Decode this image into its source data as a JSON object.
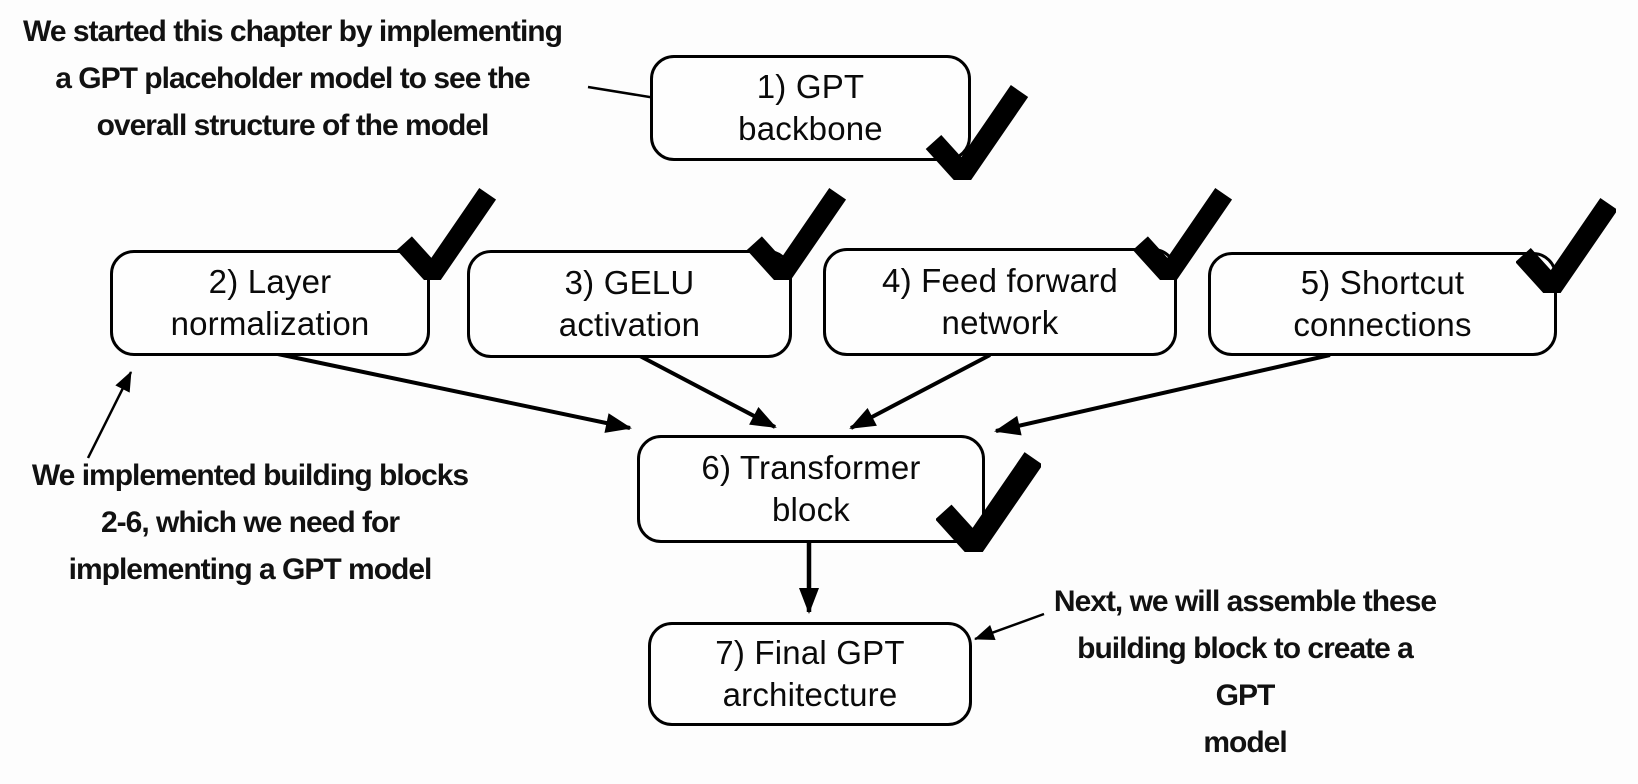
{
  "palette": {
    "ink": "#000000",
    "background": "#fdfdfd"
  },
  "annotations": {
    "top_left": {
      "line1": "We started this chapter by implementing",
      "line2": "a GPT placeholder model to see the",
      "line3": "overall structure of the model"
    },
    "mid_left": {
      "line1": "We implemented building blocks",
      "line2": "2-6, which we need for",
      "line3": "implementing a GPT model"
    },
    "bottom_right": {
      "line1": "Next, we will assemble these",
      "line2": "building block to create a GPT",
      "line3": "model"
    }
  },
  "boxes": [
    {
      "id": "gpt-backbone",
      "lines": [
        "1) GPT",
        "backbone"
      ],
      "checked": true,
      "check_position": "bottom-right"
    },
    {
      "id": "layer-normalization",
      "lines": [
        "2) Layer",
        "normalization"
      ],
      "checked": true,
      "check_position": "top-right"
    },
    {
      "id": "gelu-activation",
      "lines": [
        "3) GELU",
        "activation"
      ],
      "checked": true,
      "check_position": "top-right"
    },
    {
      "id": "feed-forward-network",
      "lines": [
        "4) Feed forward",
        "network"
      ],
      "checked": true,
      "check_position": "top-right"
    },
    {
      "id": "shortcut-connections",
      "lines": [
        "5) Shortcut",
        "connections"
      ],
      "checked": true,
      "check_position": "top-right"
    },
    {
      "id": "transformer-block",
      "lines": [
        "6) Transformer",
        "block"
      ],
      "checked": true,
      "check_position": "bottom-right"
    },
    {
      "id": "final-gpt-architecture",
      "lines": [
        "7) Final GPT",
        "architecture"
      ],
      "checked": false,
      "check_position": "none"
    }
  ],
  "edges": [
    {
      "from": "top-left-annotation",
      "to": "gpt-backbone"
    },
    {
      "from": "mid-left-annotation",
      "to": "layer-normalization"
    },
    {
      "from": "bottom-right-annotation",
      "to": "final-gpt-architecture"
    },
    {
      "from": "layer-normalization",
      "to": "transformer-block"
    },
    {
      "from": "gelu-activation",
      "to": "transformer-block"
    },
    {
      "from": "feed-forward-network",
      "to": "transformer-block"
    },
    {
      "from": "shortcut-connections",
      "to": "transformer-block"
    },
    {
      "from": "transformer-block",
      "to": "final-gpt-architecture"
    }
  ]
}
